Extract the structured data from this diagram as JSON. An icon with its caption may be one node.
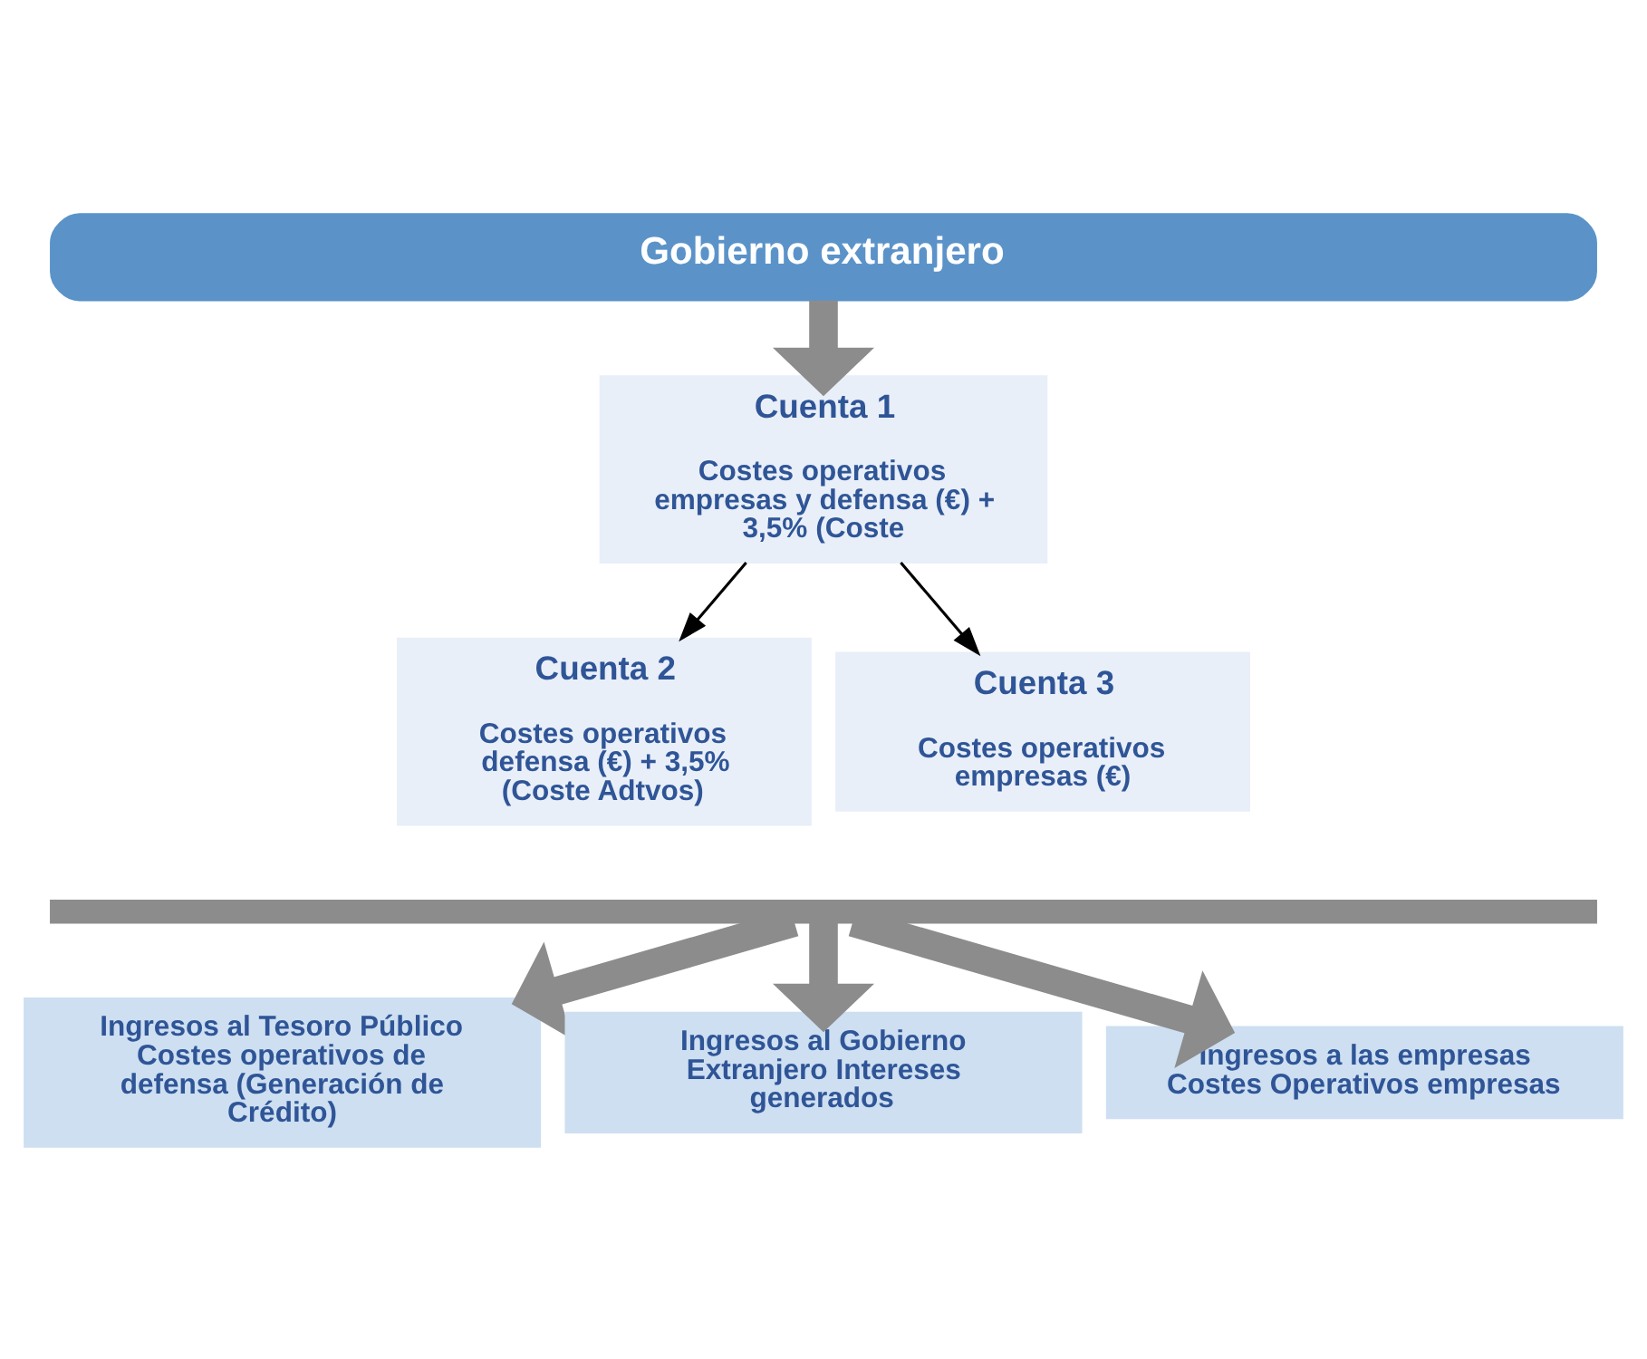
{
  "diagram": {
    "nodes": [
      {
        "text": [
          "Gobierno extranjero"
        ]
      },
      {
        "text": [
          "Cuenta 1",
          "Costes operativos empresas y defensa (€) + 3,5% (Coste"
        ]
      },
      {
        "text": [
          "Cuenta 2",
          "Costes operativos defensa (€) + 3,5% (Coste Adtvos)"
        ]
      },
      {
        "text": [
          "Cuenta 3",
          "Costes operativos empresas (€)"
        ]
      },
      {
        "text": [],
        "shape": "bar"
      },
      {
        "text": [
          "Ingresos al Tesoro Público Costes operativos de defensa (Generación de Crédito)"
        ]
      },
      {
        "text": [
          "Ingresos al Gobierno Extranjero Intereses generados"
        ]
      },
      {
        "text": [
          "Ingresos a las empresas Costes Operativos empresas"
        ]
      }
    ],
    "edges": [
      {
        "from": 0,
        "to": 1,
        "arrow": "to"
      },
      {
        "from": 1,
        "to": 2,
        "arrow": "to",
        "color": "#000000"
      },
      {
        "from": 1,
        "to": 3,
        "arrow": "to",
        "color": "#000000"
      },
      {
        "from": 4,
        "to": 5,
        "arrow": "to"
      },
      {
        "from": 4,
        "to": 6,
        "arrow": "to"
      },
      {
        "from": 4,
        "to": 7,
        "arrow": "to"
      }
    ]
  }
}
